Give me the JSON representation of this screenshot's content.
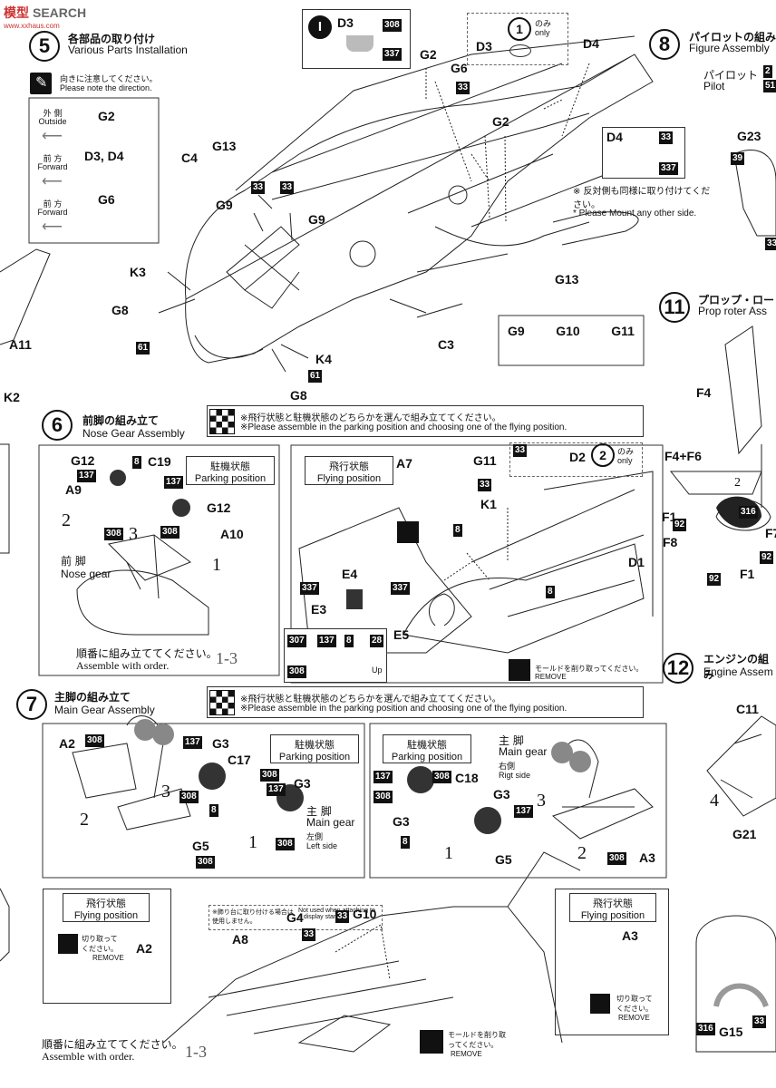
{
  "watermark": {
    "brand_a": "模型",
    "brand_b": "SEARCH",
    "url": "www.xxhaus.com"
  },
  "step5": {
    "num": "5",
    "title_jp": "各部品の取り付け",
    "title_en": "Various Parts Installation",
    "note_jp": "向きに注意してください。",
    "note_en": "Please note the direction.",
    "dir": [
      {
        "jp": "外 側",
        "en": "Outside",
        "part": "G2"
      },
      {
        "jp": "前 方",
        "en": "Forward",
        "part": "D3, D4"
      },
      {
        "jp": "前 方",
        "en": "Forward",
        "part": "G6"
      }
    ],
    "d3_box": {
      "part": "D3",
      "c1": "308",
      "c2": "337"
    },
    "d3_only": {
      "num": "1",
      "jp": "のみ",
      "en": "only"
    },
    "d4_box": {
      "part": "D4",
      "c1": "33",
      "c2": "337"
    },
    "side_note_jp": "※ 反対側も同様に取り付けてください。",
    "side_note_en": "* Please Mount any other side.",
    "g_box": [
      "G9",
      "G10",
      "G11"
    ],
    "labels": {
      "D3": "D3",
      "D4": "D4",
      "G2a": "G2",
      "G6": "G6",
      "G2b": "G2",
      "G13a": "G13",
      "C4": "C4",
      "G9a": "G9",
      "G9b": "G9",
      "K3": "K3",
      "G8a": "G8",
      "K4": "K4",
      "G8b": "G8",
      "C3": "C3",
      "G13b": "G13",
      "A11": "A11",
      "K2": "K2"
    },
    "codes": {
      "c33a": "33",
      "c33b": "33",
      "c33c": "33",
      "c61a": "61",
      "c61b": "61"
    }
  },
  "step8": {
    "num": "8",
    "title_jp": "パイロットの組み",
    "title_en": "Figure Assembly",
    "pilot_jp": "パイロット",
    "pilot_en": "Pilot",
    "c1": "2",
    "c2": "51",
    "g23": "G23",
    "c39": "39",
    "c33": "33"
  },
  "step11": {
    "num": "11",
    "title_jp": "プロップ・ロー",
    "title_en": "Prop roter Ass",
    "labels": {
      "F4": "F4",
      "F46": "F4+F6",
      "F1a": "F1",
      "F8": "F8",
      "F1b": "F1",
      "F7": "F7",
      "two": "2"
    },
    "codes": {
      "c92a": "92",
      "c92b": "92",
      "c92c": "92",
      "c316": "316"
    }
  },
  "step12": {
    "num": "12",
    "title_jp": "エンジンの組み",
    "title_en": "Engine Assem",
    "labels": {
      "C11": "C11",
      "G21": "G21",
      "four": "4"
    }
  },
  "bottom_right": {
    "g15": "G15",
    "c316": "316",
    "c33": "33"
  },
  "step6": {
    "num": "6",
    "title_jp": "前脚の組み立て",
    "title_en": "Nose Gear Assembly",
    "note_jp": "※飛行状態と駐機状態のどちらかを選んで組み立ててください。",
    "note_en": "※Please assemble in the parking position and choosing one of the flying position.",
    "park_jp": "駐機状態",
    "park_en": "Parking position",
    "fly_jp": "飛行状態",
    "fly_en": "Flying position",
    "nose_jp": "前 脚",
    "nose_en": "Nose gear",
    "order_jp": "順番に組み立ててください。",
    "order_en": "Assemble with order.",
    "order_num": "1-3",
    "labels": {
      "G12a": "G12",
      "A9": "A9",
      "C19": "C19",
      "G12b": "G12",
      "A10": "A10",
      "A7": "A7",
      "G11": "G11",
      "D2": "D2",
      "K1": "K1",
      "D1": "D1",
      "E4": "E4",
      "E3": "E3",
      "E5": "E5",
      "two": "2",
      "three": "3",
      "one": "1",
      "up": "Up"
    },
    "only": {
      "num": "2",
      "jp": "のみ",
      "en": "only"
    },
    "codes": {
      "c137a": "137",
      "c8a": "8",
      "c137b": "137",
      "c308a": "308",
      "c308b": "308",
      "c33a": "33",
      "c33b": "33",
      "c8b": "8",
      "c8c": "8",
      "c337a": "337",
      "c337b": "337",
      "c307": "307",
      "c137c": "137",
      "c8d": "8",
      "c28": "28",
      "c308c": "308"
    },
    "remove_jp": "モールドを削り取ってください。",
    "remove_en": "REMOVE"
  },
  "step7": {
    "num": "7",
    "title_jp": "主脚の組み立て",
    "title_en": "Main Gear Assembly",
    "note_jp": "※飛行状態と駐機状態のどちらかを選んで組み立ててください。",
    "note_en": "※Please assemble in the parking position and choosing one of the flying position.",
    "park_jp": "駐機状態",
    "park_en": "Parking position",
    "fly_jp": "飛行状態",
    "fly_en": "Flying position",
    "main_jp": "主 脚",
    "main_en": "Main gear",
    "left_jp": "左側",
    "left_en": "Left side",
    "right_jp": "右側",
    "right_en": "Rigt side",
    "stand_note_jp": "※飾り台に取り付ける場合は使用しません。",
    "stand_note_en": "Not used when attaching to a display stand.",
    "cut_jp": "切り取って ください。",
    "cut_en": "REMOVE",
    "remove_jp": "モールドを削り取ってください。",
    "remove_en": "REMOVE",
    "order_jp": "順番に組み立ててください。",
    "order_en": "Assemble with order.",
    "order_num": "1-3",
    "labels": {
      "A2a": "A2",
      "G3a": "G3",
      "C17": "C17",
      "G3b": "G3",
      "G5a": "G5",
      "C18": "C18",
      "G3c": "G3",
      "G3d": "G3",
      "G5b": "G5",
      "A3a": "A3",
      "A8": "A8",
      "G4": "G4",
      "G10": "G10",
      "A2b": "A2",
      "A3b": "A3",
      "two": "2",
      "three": "3",
      "one": "1"
    },
    "codes": {
      "c308a": "308",
      "c137a": "137",
      "c308b": "308",
      "c137b": "137",
      "c308c": "308",
      "c8a": "8",
      "c308d": "308",
      "c308e": "308",
      "c137c": "137",
      "c308f": "308",
      "c308g": "308",
      "c137d": "137",
      "c8b": "8",
      "c308h": "308",
      "c33a": "33",
      "c33b": "33"
    }
  }
}
